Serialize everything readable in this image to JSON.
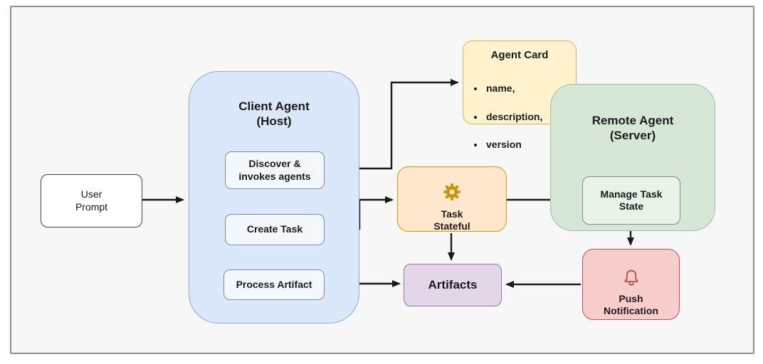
{
  "nodes": {
    "user_prompt": {
      "label": "User\nPrompt"
    },
    "client_agent": {
      "title": "Client Agent\n(Host)",
      "children": {
        "discover": "Discover &\ninvokes agents",
        "create_task": "Create Task",
        "process_artifact": "Process Artifact"
      }
    },
    "agent_card": {
      "title": "Agent Card",
      "items": [
        "name,",
        "description,",
        "version"
      ]
    },
    "task": {
      "icon": "gear-icon",
      "label": "Task\nStateful"
    },
    "remote_agent": {
      "title": "Remote Agent\n(Server)",
      "children": {
        "manage_task_state": "Manage Task\nState"
      }
    },
    "artifacts": {
      "label": "Artifacts"
    },
    "push_notification": {
      "icon": "bell-icon",
      "label": "Push\nNotification"
    }
  },
  "edges": [
    {
      "from": "user_prompt",
      "to": "client_agent"
    },
    {
      "from": "discover",
      "to": "agent_card"
    },
    {
      "from": "create_task",
      "to": "task"
    },
    {
      "from": "task",
      "to": "manage_task_state"
    },
    {
      "from": "task",
      "to": "artifacts"
    },
    {
      "from": "manage_task_state",
      "to": "push_notification"
    },
    {
      "from": "push_notification",
      "to": "artifacts"
    },
    {
      "from": "process_artifact",
      "to": "artifacts"
    }
  ],
  "colors": {
    "client_agent_fill": "#DBE8FB",
    "client_agent_border": "#8EA8CE",
    "agent_card_fill": "#FFF2CC",
    "agent_card_border": "#D6B656",
    "task_fill": "#FFE7CD",
    "task_border": "#D79B00",
    "remote_agent_fill": "#D6E8D5",
    "remote_agent_border": "#9FBF9D",
    "artifacts_fill": "#E2D6E8",
    "artifacts_border": "#9673A6",
    "push_notification_fill": "#F8CECC",
    "push_notification_border": "#B85450",
    "gear_icon": "#C9940A",
    "bell_icon": "#B85450",
    "arrow": "#1A1A1A"
  }
}
